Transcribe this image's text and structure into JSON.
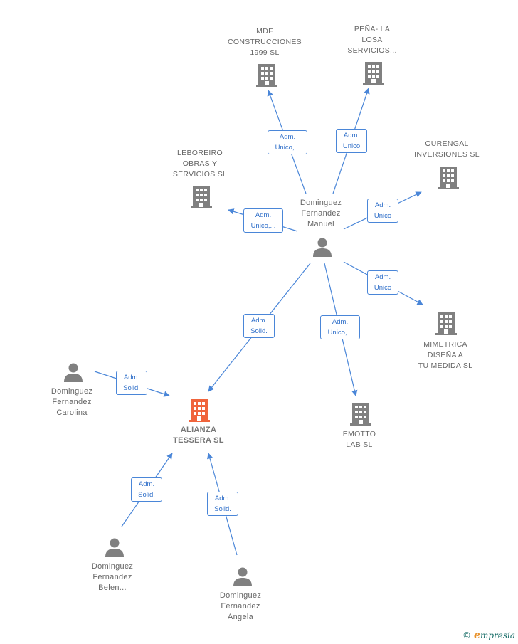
{
  "colors": {
    "edge": "#4a86d8",
    "company_icon": "#808080",
    "main_company_icon": "#f0643c",
    "person_icon": "#808080"
  },
  "nodes": {
    "mdf": {
      "lines": [
        "MDF",
        "CONSTRUCCIONES",
        "1999  SL"
      ],
      "icon": "building-icon"
    },
    "pena": {
      "lines": [
        "PEÑA- LA",
        "LOSA",
        "SERVICIOS..."
      ],
      "icon": "building-icon"
    },
    "ourengal": {
      "lines": [
        "OURENGAL",
        "INVERSIONES SL"
      ],
      "icon": "building-icon"
    },
    "leboreiro": {
      "lines": [
        "LEBOREIRO",
        "OBRAS Y",
        "SERVICIOS  SL"
      ],
      "icon": "building-icon"
    },
    "manuel": {
      "lines": [
        "Dominguez",
        "Fernandez",
        "Manuel"
      ],
      "icon": "person-icon"
    },
    "mimetrica": {
      "lines": [
        "MIMETRICA",
        "DISEÑA A",
        "TU MEDIDA  SL"
      ],
      "icon": "building-icon"
    },
    "carolina": {
      "lines": [
        "Dominguez",
        "Fernandez",
        "Carolina"
      ],
      "icon": "person-icon"
    },
    "alianza": {
      "lines": [
        "ALIANZA",
        "TESSERA  SL"
      ],
      "icon": "building-icon"
    },
    "emotto": {
      "lines": [
        "EMOTTO",
        "LAB  SL"
      ],
      "icon": "building-icon"
    },
    "belen": {
      "lines": [
        "Dominguez",
        "Fernandez",
        "Belen..."
      ],
      "icon": "person-icon"
    },
    "angela": {
      "lines": [
        "Dominguez",
        "Fernandez",
        "Angela"
      ],
      "icon": "person-icon"
    }
  },
  "roles": {
    "mdf": [
      "Adm.",
      "Unico,..."
    ],
    "pena": [
      "Adm.",
      "Unico"
    ],
    "leboreiro": [
      "Adm.",
      "Unico,..."
    ],
    "ourengal": [
      "Adm.",
      "Unico"
    ],
    "mimetrica": [
      "Adm.",
      "Unico"
    ],
    "alianza_manuel": [
      "Adm.",
      "Solid."
    ],
    "emotto": [
      "Adm.",
      "Unico,..."
    ],
    "carolina": [
      "Adm.",
      "Solid."
    ],
    "belen": [
      "Adm.",
      "Solid."
    ],
    "angela": [
      "Adm.",
      "Solid."
    ]
  },
  "footer": {
    "copyright": "©",
    "brand_first": "e",
    "brand_rest": "mpresia"
  }
}
